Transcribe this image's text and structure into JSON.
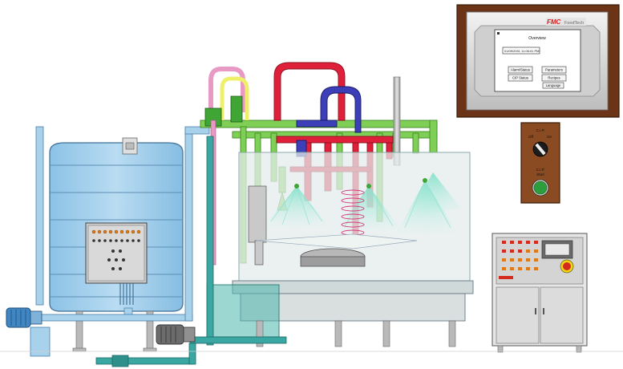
{
  "hmi": {
    "brand": "FMC",
    "brand_sub": "FoodTech",
    "screen_title": "Overview",
    "datetime": "01/09/2001 11:06:01 PM",
    "buttons": {
      "alarm_status": "Alarm/Status",
      "parameters": "Parameters",
      "cip_status": "CIP Status",
      "recipes": "Recipes",
      "language": "Language"
    }
  },
  "cip_panel": {
    "selector_title": "C.I.P.",
    "off_label": "Off",
    "on_label": "On",
    "start_title": "C.I.P.",
    "start_label": "Start"
  },
  "colors": {
    "tank": "#a9d3ee",
    "pipe_blue": "#a8d1ec",
    "pipe_green": "#7fcf57",
    "pipe_red": "#e0203a",
    "pipe_navy": "#3d3fb8",
    "pipe_pink": "#e89ac4",
    "pipe_yellow": "#eef06a",
    "teal": "#3aa7a2",
    "hmi_frame": "#6b3416",
    "cip_panel": "#8a4a22",
    "start_button": "#2d9e3c"
  }
}
